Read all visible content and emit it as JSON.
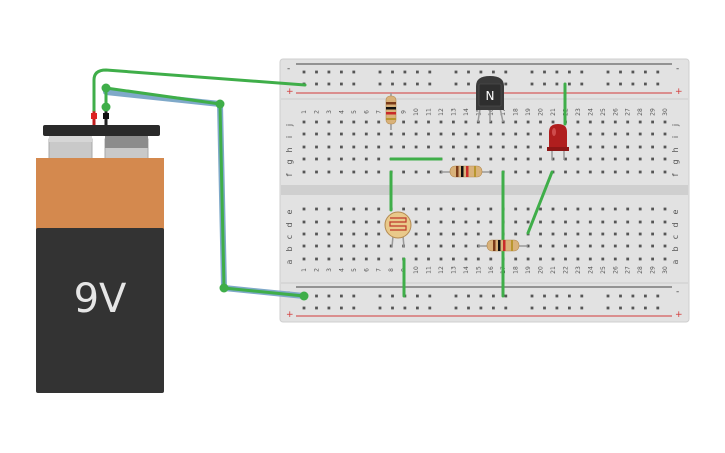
{
  "battery": {
    "label": "9V",
    "body_color": "#333333",
    "cap_color": "#d4894e"
  },
  "breadboard": {
    "columns": [
      "1",
      "2",
      "3",
      "4",
      "5",
      "6",
      "7",
      "8",
      "9",
      "10",
      "11",
      "12",
      "13",
      "14",
      "15",
      "16",
      "17",
      "18",
      "19",
      "20",
      "21",
      "22",
      "23",
      "24",
      "25",
      "26",
      "27",
      "28",
      "29",
      "30"
    ],
    "rows_top": [
      "j",
      "i",
      "h",
      "g",
      "f"
    ],
    "rows_bottom": [
      "e",
      "d",
      "c",
      "b",
      "a"
    ],
    "rail_minus": "-",
    "rail_plus": "+",
    "rail_red": "#d23a3a",
    "rail_dark": "#444444"
  },
  "components": {
    "transistor": {
      "label": "N",
      "type": "NPN transistor"
    },
    "led": {
      "color": "#b01e1e"
    },
    "photoresistor": {
      "color": "#e9c98a"
    },
    "resistor_color": "#d9b27a"
  },
  "wires": {
    "color": "#3fae49",
    "highlight": "#7fa9c9"
  }
}
